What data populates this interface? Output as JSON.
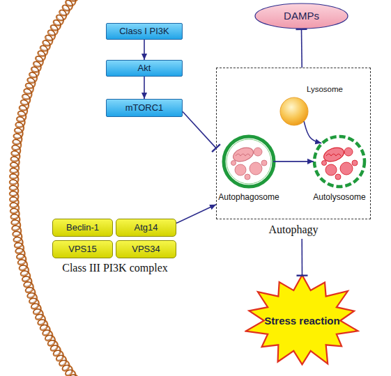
{
  "diagram": {
    "nodes": [
      {
        "text": [
          "DAMPs"
        ]
      },
      {
        "text": [
          "Class I PI3K"
        ]
      },
      {
        "text": [
          "Akt"
        ]
      },
      {
        "text": [
          "mTORC1"
        ]
      },
      {
        "text": [
          "Autophagy"
        ]
      },
      {
        "text": [
          "Lysosome"
        ],
        "in": 4
      },
      {
        "text": [
          "Autophagosome"
        ],
        "in": 4
      },
      {
        "text": [
          "Autolysosome"
        ],
        "in": 4
      },
      {
        "text": [
          "Beclin-1"
        ]
      },
      {
        "text": [
          "Atg14"
        ]
      },
      {
        "text": [
          "VPS15"
        ]
      },
      {
        "text": [
          "VPS34"
        ]
      },
      {
        "text": [
          "Stress reaction"
        ]
      }
    ],
    "edges": [
      {
        "from": 1,
        "to": 2,
        "arrow": "to"
      },
      {
        "from": 2,
        "to": 3,
        "arrow": "to"
      },
      {
        "from": 3,
        "to": 4,
        "arrow": "to"
      },
      {
        "from": 9,
        "to": 4,
        "arrow": "to"
      },
      {
        "from": 4,
        "to": 0,
        "arrow": "to"
      },
      {
        "from": 4,
        "to": 12,
        "arrow": "to"
      },
      {
        "from": 5,
        "to": 7,
        "arrow": "to"
      },
      {
        "from": 6,
        "to": 7,
        "arrow": "to"
      }
    ],
    "labels": [
      "Class III PI3K complex"
    ]
  }
}
